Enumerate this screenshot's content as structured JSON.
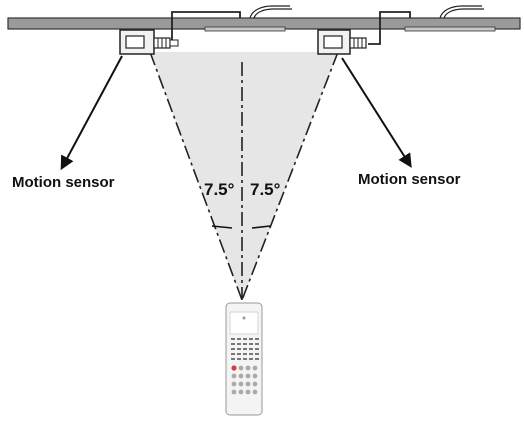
{
  "diagram": {
    "left_sensor_label": "Motion sensor",
    "right_sensor_label": "Motion sensor",
    "left_angle_label": "7.5°",
    "right_angle_label": "7.5°"
  },
  "colors": {
    "ceiling": "#9a9a9a",
    "cone_fill": "#e6e6e6",
    "line": "#222222",
    "remote_body": "#f4f4f4",
    "button_red": "#d04040"
  },
  "icons": [
    "motion-sensor-icon",
    "remote-control-icon",
    "arrow-icon"
  ]
}
